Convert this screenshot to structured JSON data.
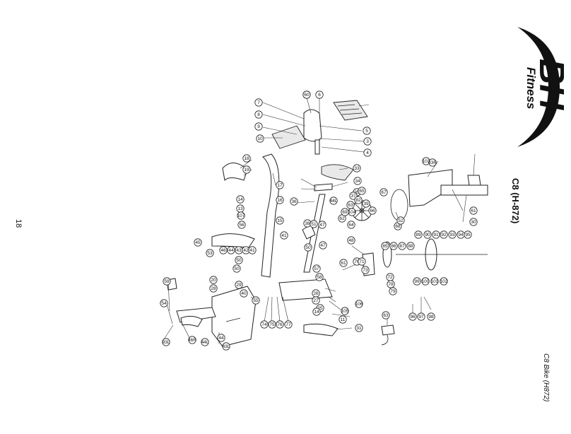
{
  "page": {
    "number": "18",
    "title": "C8 (H-872)",
    "caption": "C8 Bike (H872)"
  },
  "logo": {
    "brand": "BH",
    "sub": "Fitness"
  },
  "diagram": {
    "callouts": [
      "11",
      "6",
      "7",
      "8",
      "9",
      "10",
      "5",
      "3",
      "4",
      "18",
      "19",
      "17",
      "33",
      "34",
      "35",
      "36",
      "39",
      "37",
      "14",
      "13",
      "16",
      "107",
      "56",
      "15",
      "65",
      "66",
      "67",
      "63",
      "62",
      "64",
      "68",
      "38",
      "51",
      "47",
      "41",
      "45",
      "48",
      "47",
      "46",
      "44",
      "43",
      "42",
      "41",
      "20",
      "28",
      "50",
      "29",
      "40",
      "55",
      "26",
      "27",
      "25",
      "105",
      "14",
      "11",
      "31",
      "74",
      "75",
      "76",
      "77",
      "70",
      "71",
      "73",
      "79",
      "72",
      "78",
      "85",
      "86",
      "87",
      "88",
      "89",
      "90",
      "91",
      "92",
      "93",
      "94",
      "95",
      "96",
      "97",
      "98",
      "99",
      "100",
      "101",
      "102",
      "103",
      "104",
      "82",
      "61",
      "63",
      "69",
      "106",
      "61",
      "30",
      "53",
      "54",
      "46R",
      "43L",
      "43R",
      "93L",
      "50",
      "44",
      "44L",
      "44L",
      "57",
      "58",
      "59",
      "50",
      "52",
      "60"
    ]
  }
}
